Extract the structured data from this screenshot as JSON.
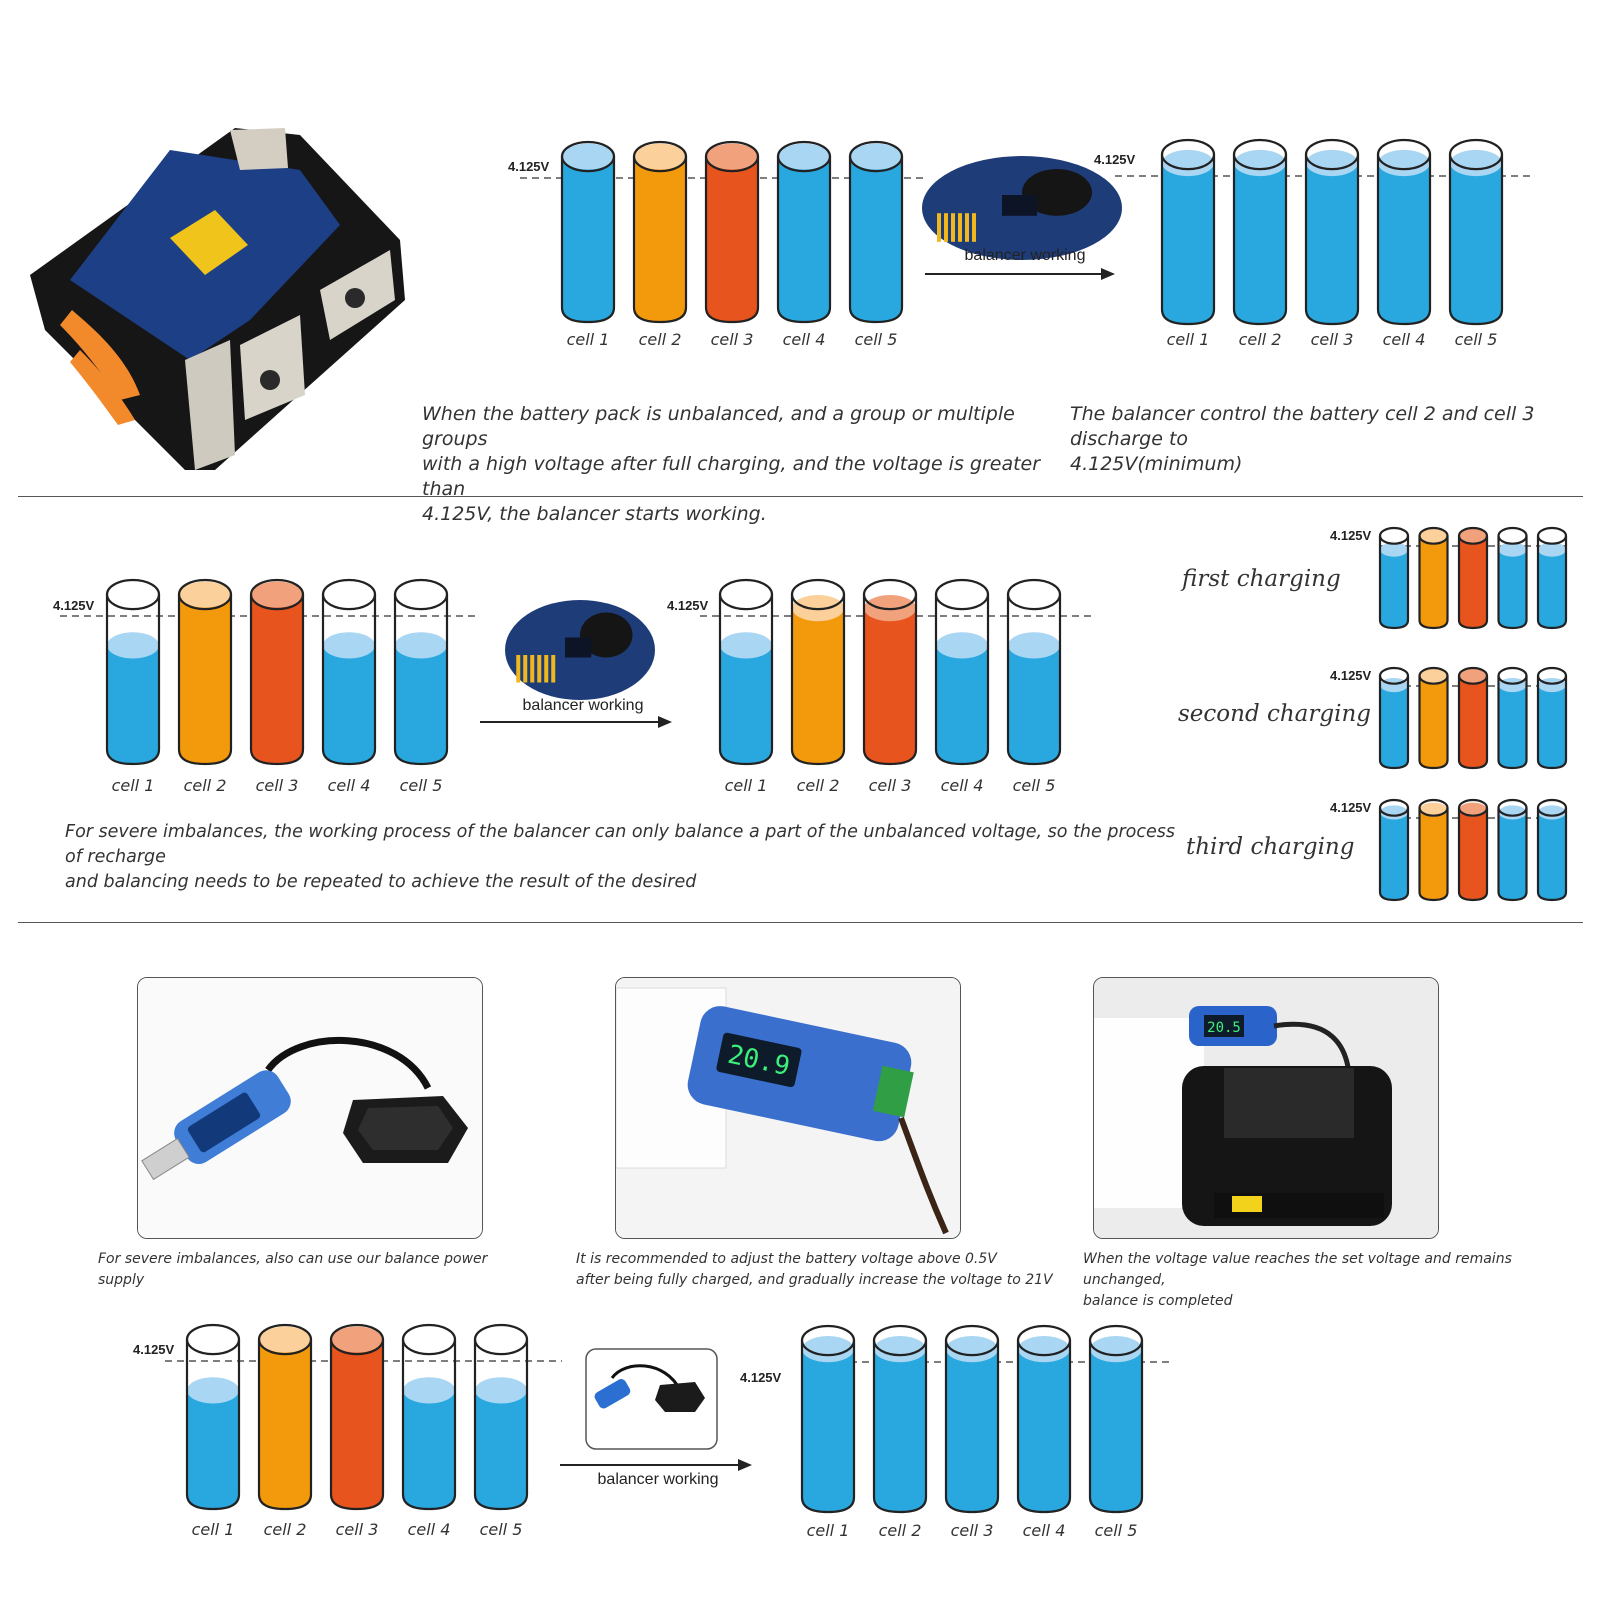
{
  "threshold_label": "4.125V",
  "working_label": "balancer working",
  "cell_names": [
    "cell 1",
    "cell 2",
    "cell 3",
    "cell 4",
    "cell 5"
  ],
  "colors": {
    "blue": "#29a8df",
    "orange": "#f39a0c",
    "red": "#e8541d",
    "line": "#222222"
  },
  "icons": [
    "battery-pcb-photo",
    "balancer-chip-photo",
    "usb-balancer-photo",
    "usb-display-photo",
    "battery-pack-photo"
  ],
  "section1": {
    "desc_left": [
      "When the battery pack is unbalanced, and a group or multiple groups",
      "with a high voltage after full charging, and the voltage is greater than",
      "4.125V,  the balancer starts working."
    ],
    "desc_right": [
      "The balancer control the battery cell 2 and cell 3 discharge to",
      "4.125V(minimum)"
    ]
  },
  "section2": {
    "desc": [
      "For severe imbalances, the working process of the balancer can only balance a part of the unbalanced voltage, so the process of recharge",
      "and balancing needs to be repeated to achieve the result of the desired"
    ],
    "stages": [
      "first charging",
      "second charging",
      "third charging"
    ]
  },
  "section3": {
    "captions": [
      [
        "For severe imbalances, also can use our balance power supply"
      ],
      [
        "It is recommended to adjust the battery voltage above 0.5V",
        "after being fully charged, and gradually increase the voltage to 21V"
      ],
      [
        "When the voltage value reaches the set voltage and remains unchanged,",
        "balance is completed"
      ]
    ],
    "display_readings": [
      "20.9",
      "20.5"
    ]
  }
}
